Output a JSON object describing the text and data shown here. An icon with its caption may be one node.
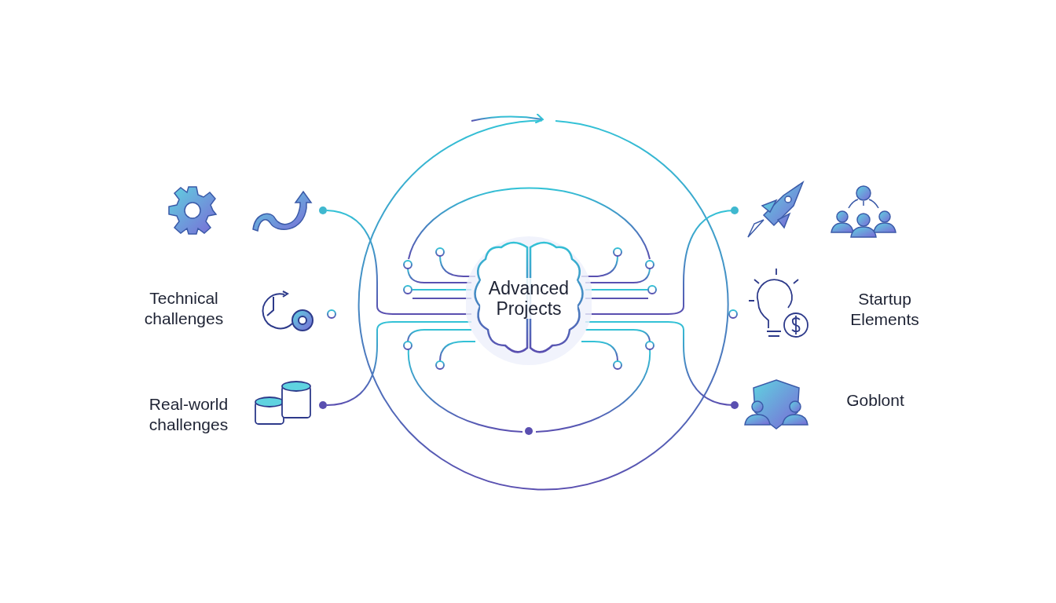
{
  "diagram": {
    "nodes": [
      {
        "text": [
          "Advanced Projects"
        ]
      }
    ],
    "labels": [
      "Technical challenges",
      "Real-world challenges",
      "Startup Elements",
      "Goblont"
    ]
  }
}
